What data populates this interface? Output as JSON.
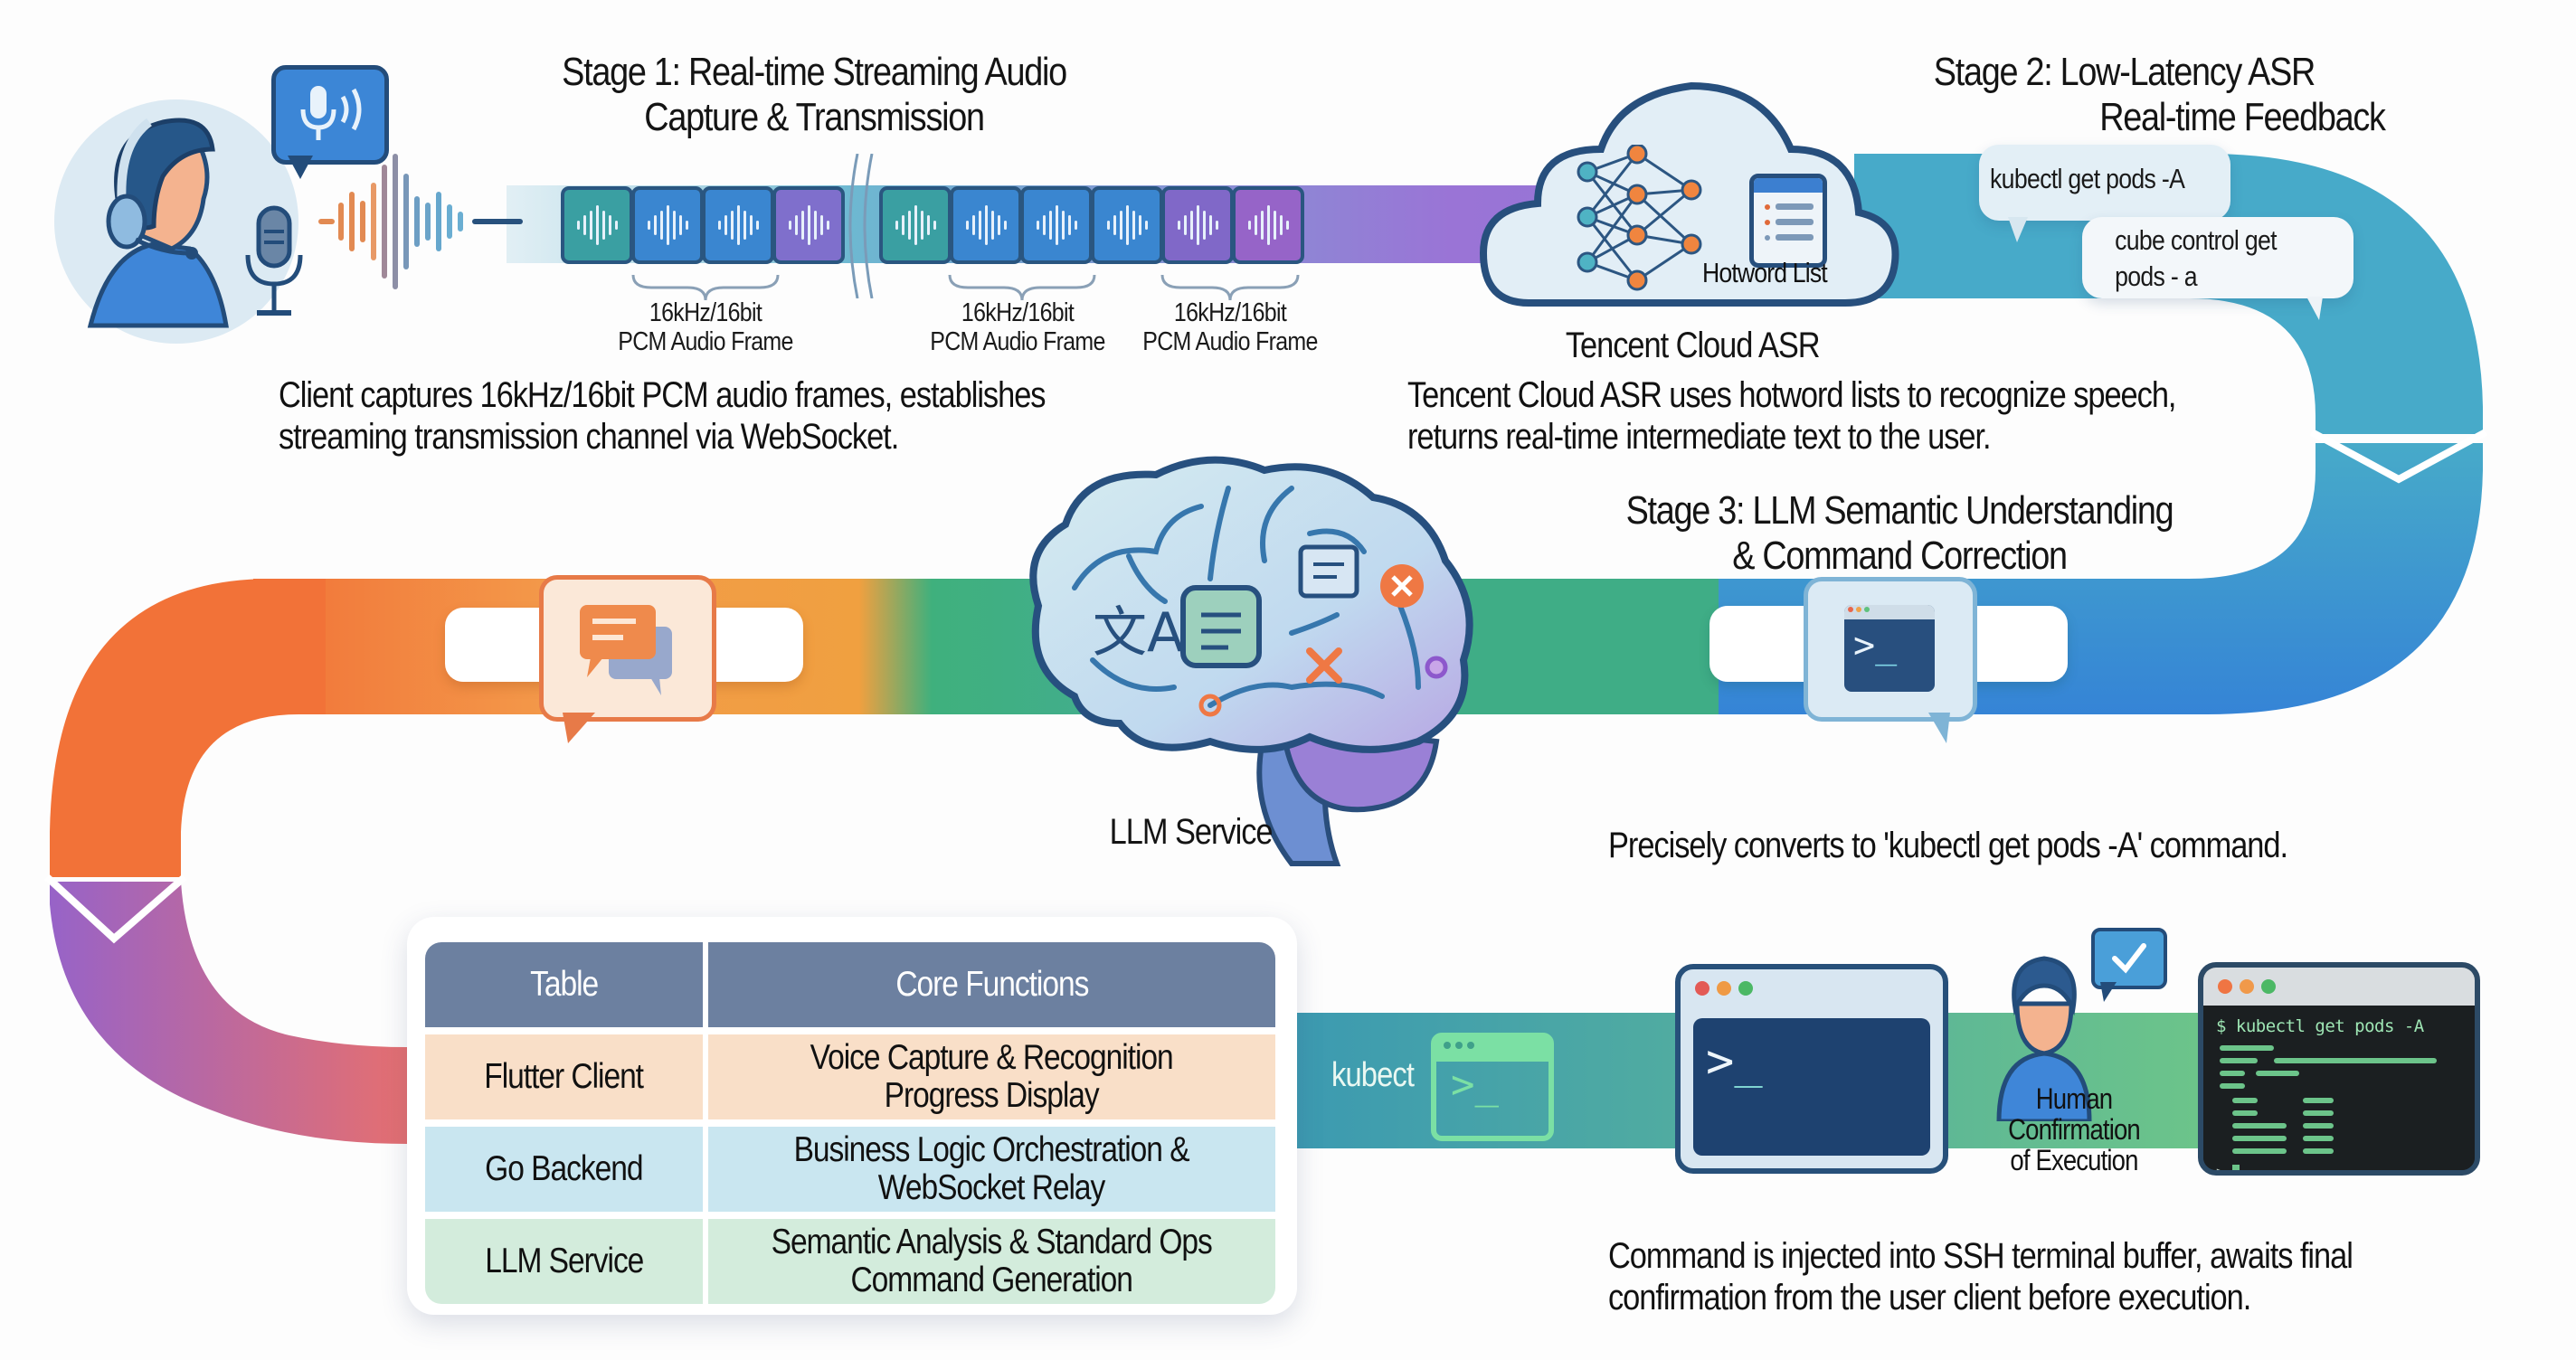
{
  "stage1": {
    "title_line1": "Stage 1: Real-time Streaming Audio",
    "title_line2": "Capture & Transmission",
    "frame_labels": [
      {
        "line1": "16kHz/16bit",
        "line2": "PCM Audio Frame"
      },
      {
        "line1": "16kHz/16bit",
        "line2": "PCM Audio Frame"
      },
      {
        "line1": "16kHz/16bit",
        "line2": "PCM Audio Frame"
      }
    ],
    "desc_line1": "Client captures 16kHz/16bit PCM audio frames, establishes",
    "desc_line2": "streaming transmission channel via WebSocket."
  },
  "stage2": {
    "title_line1": "Stage 2: Low-Latency ASR",
    "title_line2": "Real-time Feedback",
    "cloud_label": "Tencent Cloud ASR",
    "hotword_label": "Hotword List",
    "bubble_correct": "kubectl get pods -A",
    "bubble_raw_line1": "cube control get",
    "bubble_raw_line2": "pods - a",
    "desc_line1": "Tencent Cloud ASR uses hotword lists to recognize speech,",
    "desc_line2": "returns real-time intermediate text to the user."
  },
  "stage3": {
    "title_line1": "Stage 3: LLM Semantic Understanding",
    "title_line2": "& Command Correction",
    "brain_label": "LLM Service",
    "desc": "Precisely converts to 'kubectl get pods -A' command."
  },
  "stage4": {
    "path_text": "kubect",
    "human_label_line1": "Human Confirmation",
    "human_label_line2": "of Execution",
    "terminal_command": "$ kubectl get pods -A",
    "terminal_prompt": ">",
    "desc_line1": "Command is injected into SSH terminal buffer, awaits final",
    "desc_line2": "confirmation from the user client before execution."
  },
  "table": {
    "headers": [
      "Table",
      "Core Functions"
    ],
    "rows": [
      {
        "component": "Flutter Client",
        "function_line1": "Voice Capture & Recognition",
        "function_line2": "Progress Display"
      },
      {
        "component": "Go Backend",
        "function_line1": "Business Logic Orchestration &",
        "function_line2": "WebSocket Relay"
      },
      {
        "component": "LLM Service",
        "function_line1": "Semantic Analysis & Standard Ops",
        "function_line2": "Command Generation"
      }
    ]
  },
  "icons": {
    "user": "user-headset-icon",
    "mic": "microphone-icon",
    "voice_bubble": "voice-bubble-icon",
    "neural_net": "neural-network-icon",
    "hotword": "list-icon",
    "brain": "brain-icon",
    "chat": "chat-icon",
    "terminal": "terminal-icon",
    "check": "check-icon"
  },
  "colors": {
    "teal": "#3fa7a3",
    "blue": "#3b86d8",
    "purple": "#8f6bd0",
    "orange": "#f2763d",
    "green": "#3daa7e",
    "pink": "#e06d74"
  }
}
